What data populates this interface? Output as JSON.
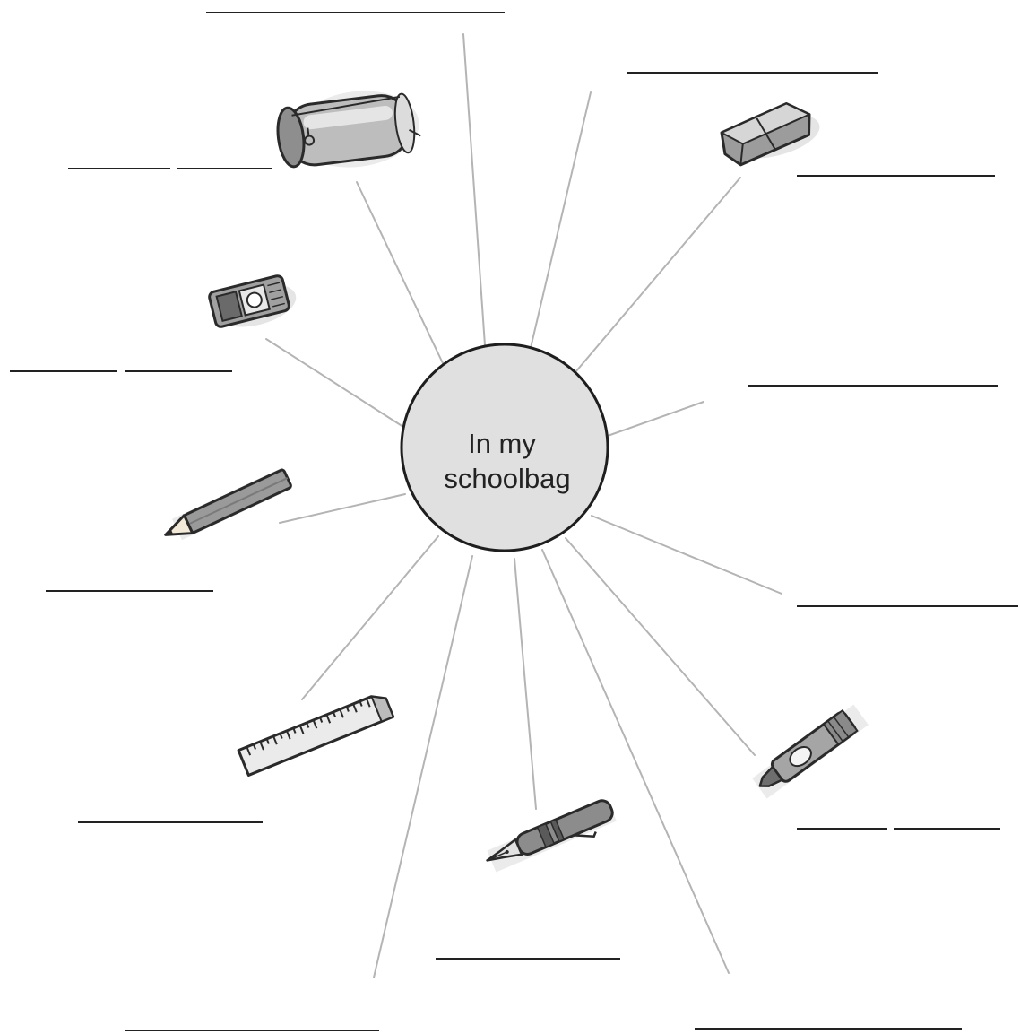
{
  "center": {
    "title_line1": "In my",
    "title_line2": "schoolbag",
    "fill_color": "#e0e0e0"
  },
  "items": [
    {
      "name": "pencil-case",
      "blank_count": 2
    },
    {
      "name": "pencil-sharpener",
      "blank_count": 2
    },
    {
      "name": "pencil",
      "blank_count": 1
    },
    {
      "name": "ruler",
      "blank_count": 1
    },
    {
      "name": "fountain-pen",
      "blank_count": 1
    },
    {
      "name": "highlighter-pen",
      "blank_count": 2
    },
    {
      "name": "eraser",
      "blank_count": 1
    }
  ],
  "colors": {
    "spoke": "#b4b4b4",
    "answer_line": "#222222",
    "ink": "#2a2a2a",
    "object_gray": "#9a9a9a"
  }
}
